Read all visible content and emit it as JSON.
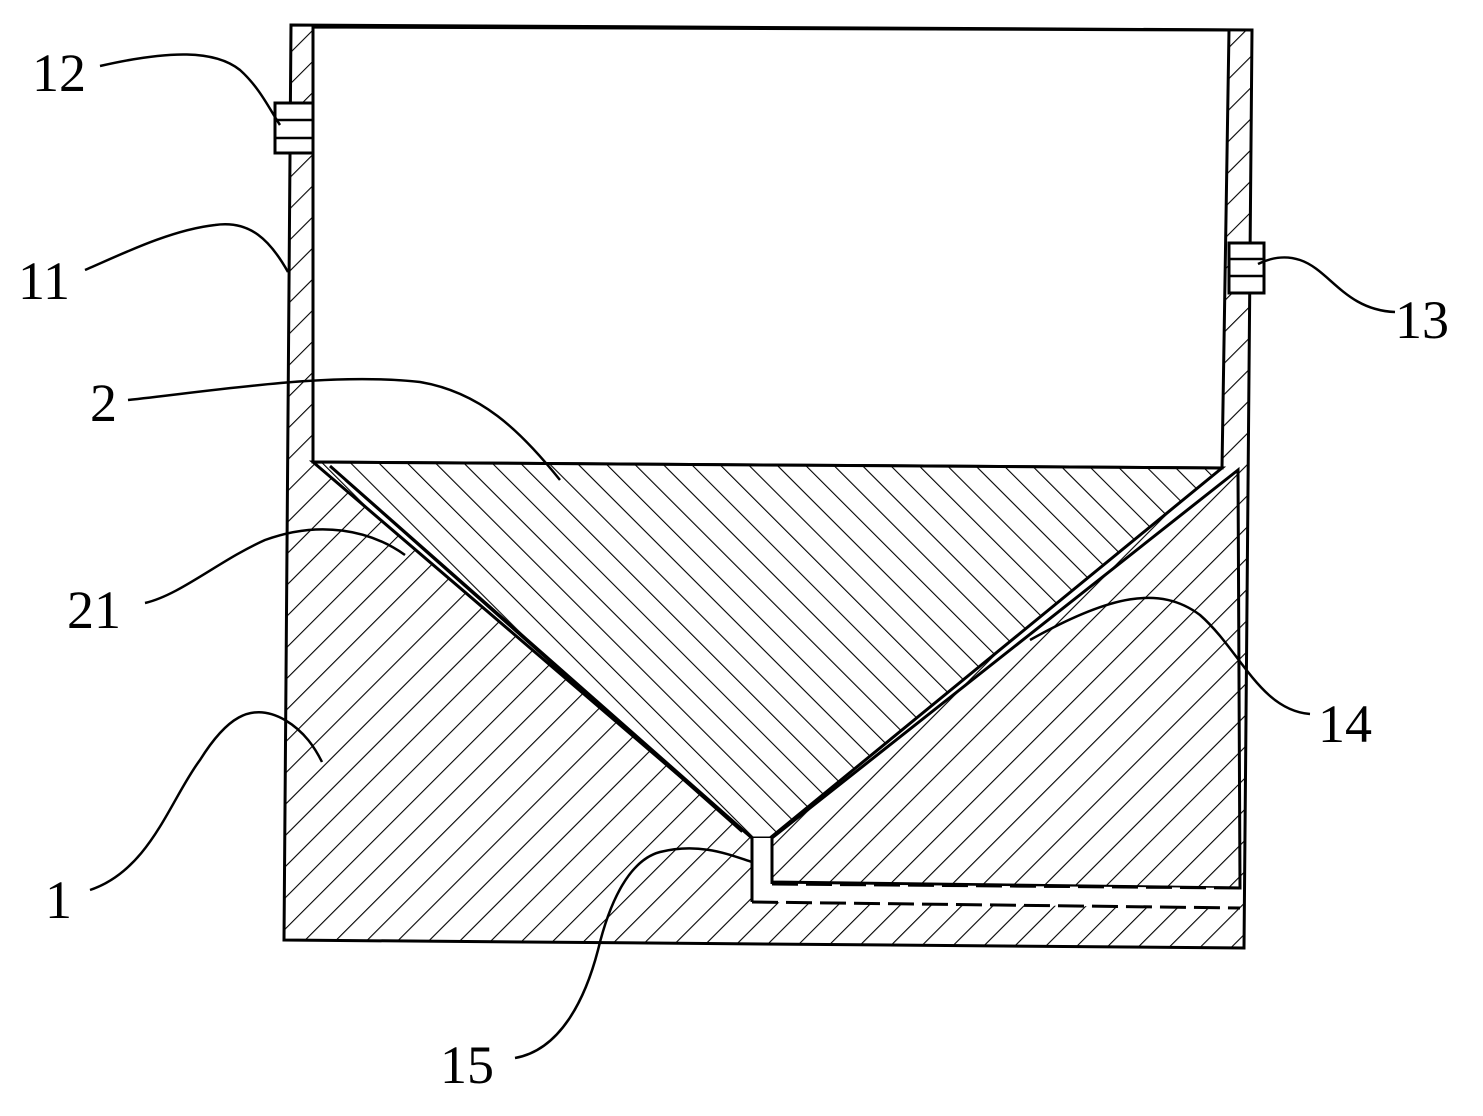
{
  "figure": {
    "colors": {
      "ink": "#000000",
      "paper": "#ffffff"
    },
    "labels": {
      "l1": "1",
      "l2": "2",
      "l11": "11",
      "l12": "12",
      "l13": "13",
      "l14": "14",
      "l15": "15",
      "l21": "21"
    }
  }
}
